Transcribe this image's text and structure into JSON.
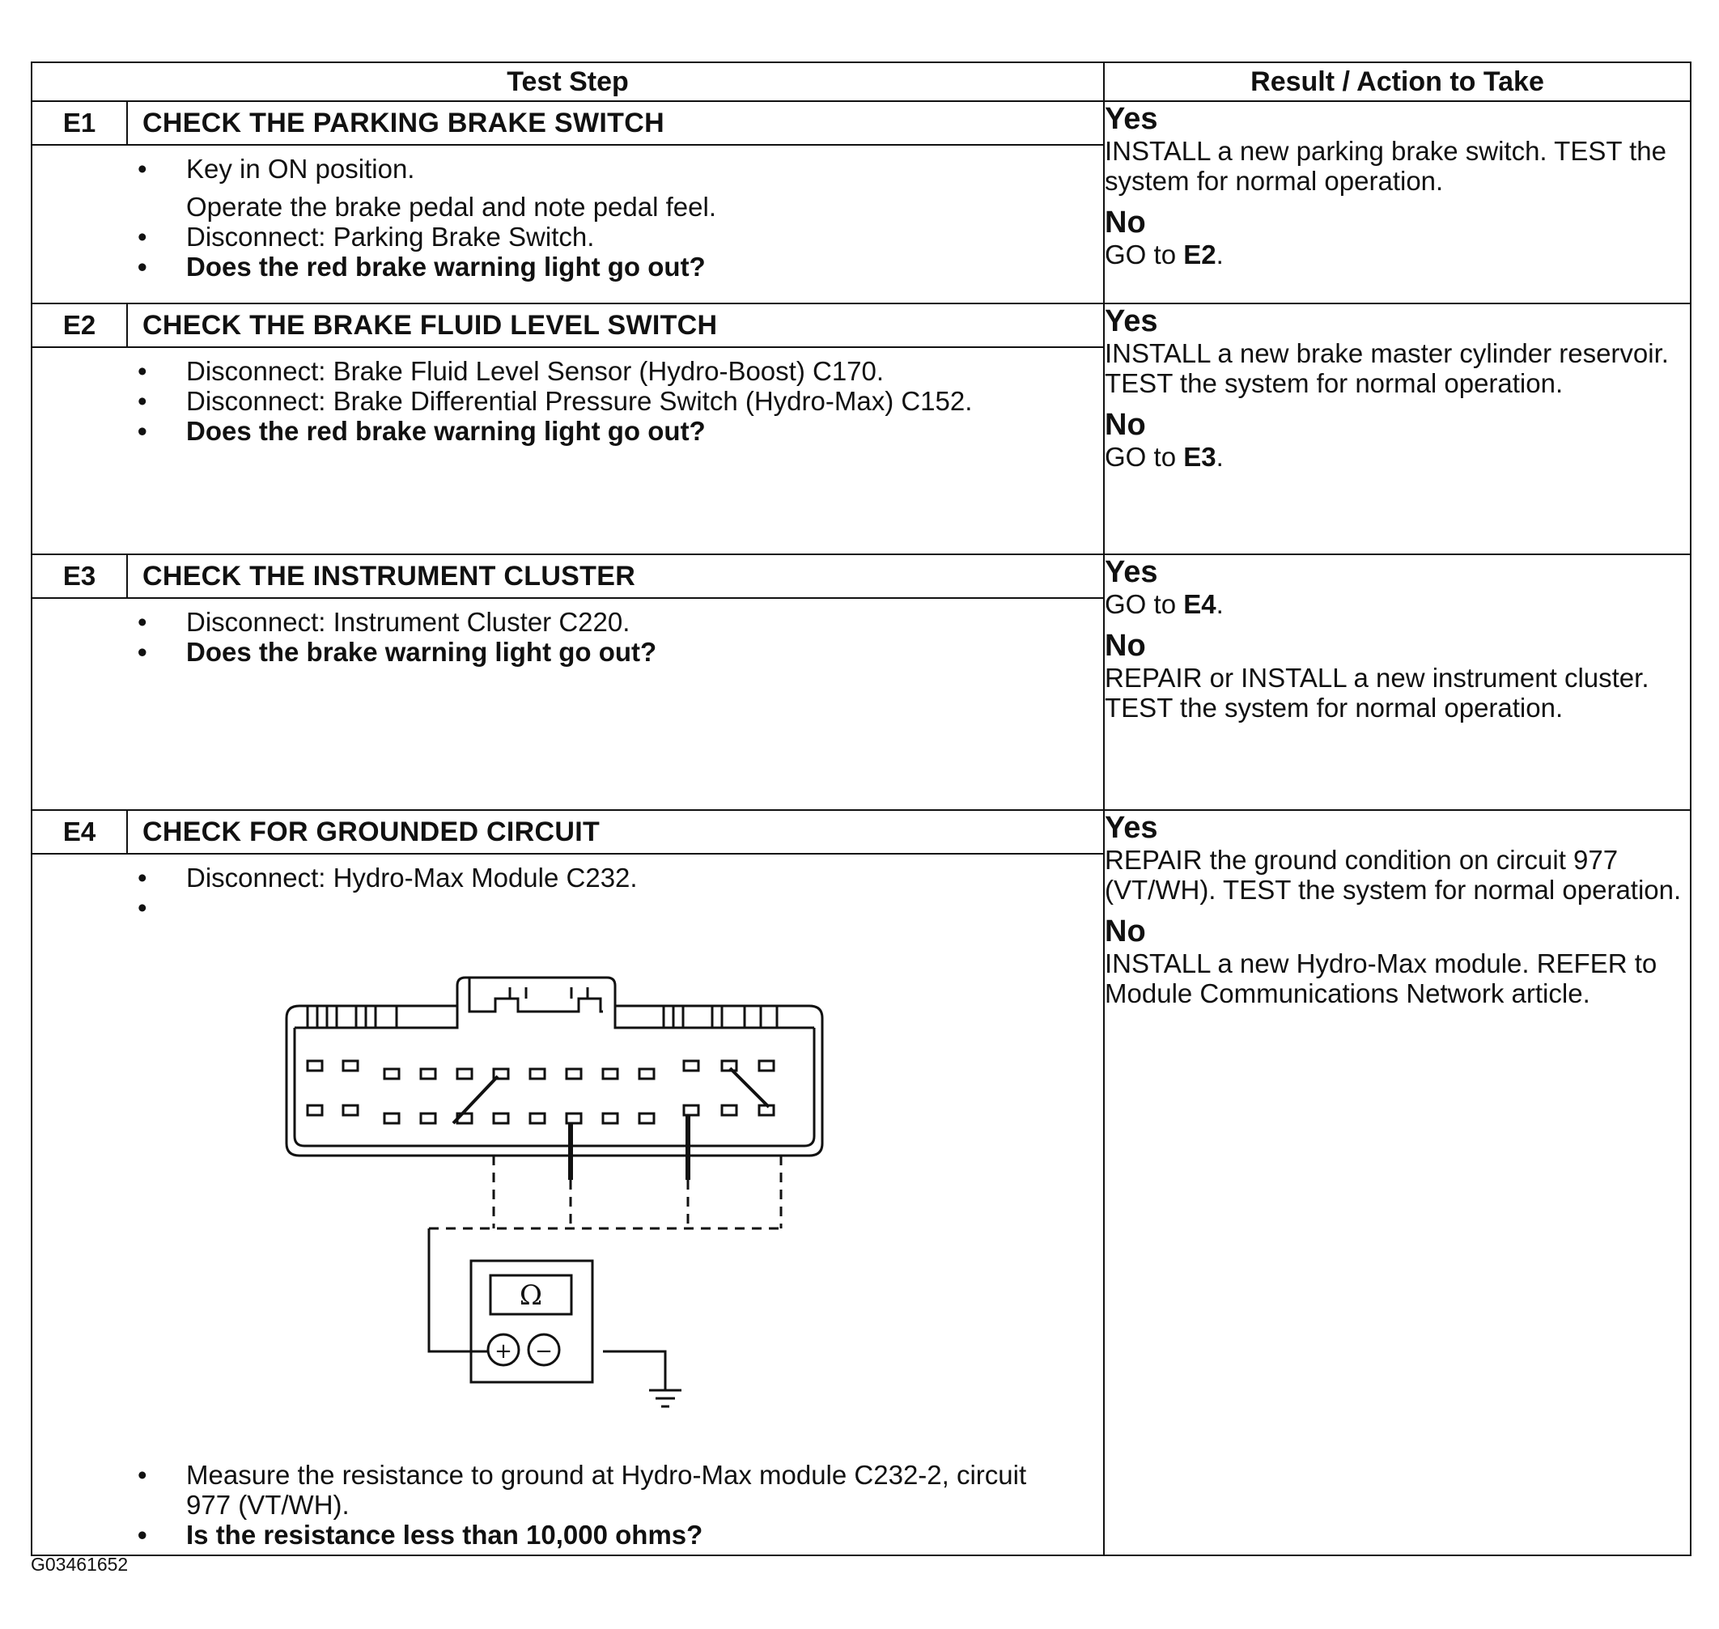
{
  "header": {
    "test_step": "Test Step",
    "result_action": "Result / Action to Take"
  },
  "steps": [
    {
      "code": "E1",
      "title": "CHECK THE PARKING BRAKE SWITCH",
      "bullets": [
        "Key in ON position.",
        "Operate the brake pedal and note pedal feel.",
        "Disconnect: Parking Brake Switch.",
        "Does the red brake warning light go out?"
      ],
      "yes_label": "Yes",
      "yes_text": "INSTALL a new parking brake switch. TEST the system for normal operation.",
      "no_label": "No",
      "no_text": "GO to ",
      "no_ref": "E2",
      "no_end": "."
    },
    {
      "code": "E2",
      "title": "CHECK THE BRAKE FLUID LEVEL SWITCH",
      "bullets": [
        "Disconnect: Brake Fluid Level Sensor (Hydro-Boost) C170.",
        "Disconnect: Brake Differential Pressure Switch (Hydro-Max) C152.",
        "Does the red brake warning light go out?"
      ],
      "yes_label": "Yes",
      "yes_text": "INSTALL a new brake master cylinder reservoir. TEST the system for normal operation.",
      "no_label": "No",
      "no_text": "GO to ",
      "no_ref": "E3",
      "no_end": "."
    },
    {
      "code": "E3",
      "title": "CHECK THE INSTRUMENT CLUSTER",
      "bullets": [
        "Disconnect: Instrument Cluster C220.",
        "Does the brake warning light go out?"
      ],
      "yes_label": "Yes",
      "yes_text": "GO to ",
      "yes_ref": "E4",
      "yes_end": ".",
      "no_label": "No",
      "no_text": "REPAIR or INSTALL a new instrument cluster. TEST the system for normal operation."
    },
    {
      "code": "E4",
      "title": "CHECK FOR GROUNDED CIRCUIT",
      "bullets": [
        "Disconnect: Hydro-Max Module C232.",
        "Measure the resistance to ground at Hydro-Max module C232-2, circuit 977 (VT/WH).",
        "Is the resistance less than 10,000 ohms?"
      ],
      "yes_label": "Yes",
      "yes_text": "REPAIR the ground condition on circuit 977 (VT/WH). TEST the system for normal operation.",
      "no_label": "No",
      "no_text": "INSTALL a new Hydro-Max module. REFER to Module Communications Network article."
    }
  ],
  "diagram": {
    "meter_symbol": "Ω",
    "plus": "+",
    "minus": "−"
  },
  "figure_id": "G03461652"
}
